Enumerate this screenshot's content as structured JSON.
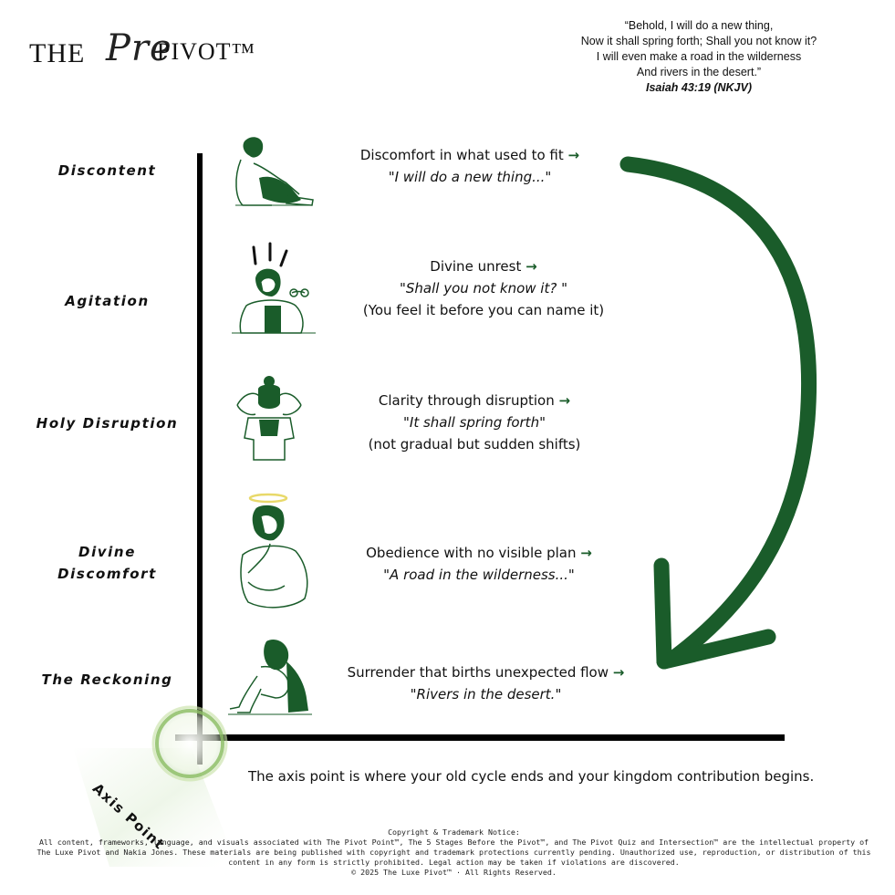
{
  "logo": {
    "the": "THE",
    "pre": "Pre",
    "pivot": "PIVOT™"
  },
  "verse": {
    "lines": [
      "“Behold, I will do a new thing,",
      "Now it shall spring forth; Shall you not know it?",
      "I will even make a road in the wilderness",
      "And rivers in the desert.”"
    ],
    "reference": "Isaiah 43:19 (NKJV)"
  },
  "stages": [
    {
      "label_lines": [
        "Discontent"
      ],
      "desc": "Discomfort in what used to fit",
      "quote": "\"I will do a new thing...\"",
      "extra": ""
    },
    {
      "label_lines": [
        "Agitation"
      ],
      "desc": "Divine unrest",
      "quote": "\"Shall you not know it? \"",
      "extra": "(You feel it before you can name it)"
    },
    {
      "label_lines": [
        "Holy Disruption"
      ],
      "desc": "Clarity through disruption",
      "quote": "\"It shall spring forth\"",
      "extra": "(not gradual but sudden shifts)"
    },
    {
      "label_lines": [
        "Divine",
        "Discomfort"
      ],
      "desc": "Obedience with no visible plan",
      "quote": "\"A road in the wilderness...\"",
      "extra": ""
    },
    {
      "label_lines": [
        "The Reckoning"
      ],
      "desc": "Surrender that births unexpected flow",
      "quote": "\"Rivers in the desert.\"",
      "extra": ""
    }
  ],
  "arrow_glyph": "→",
  "axis_label": "Axis Point",
  "axis_note": "The axis point is where your old cycle ends and your kingdom contribution begins.",
  "copyright": {
    "heading": "Copyright & Trademark Notice:",
    "body": "All content, frameworks, language, and visuals associated with The Pivot Point™, The 5 Stages Before the Pivot™, and The Pivot Quiz and Intersection™ are the intellectual property of The Luxe Pivot and Nakia Jones. These materials are being published with copyright and trademark protections currently pending. Unauthorized use, reproduction, or distribution of this content in any form is strictly prohibited. Legal action may be taken if violations are discovered.",
    "footer": "© 2025 The Luxe Pivot™ · All Rights Reserved."
  },
  "colors": {
    "accent_green": "#1a5c2a",
    "axis": "#000000",
    "halo": "#e8d96a"
  },
  "icons": [
    "woman-sitting-hugging-knees-icon",
    "woman-holding-glasses-icon",
    "woman-hands-on-head-icon",
    "woman-with-halo-icon",
    "woman-sitting-head-on-knees-icon"
  ]
}
